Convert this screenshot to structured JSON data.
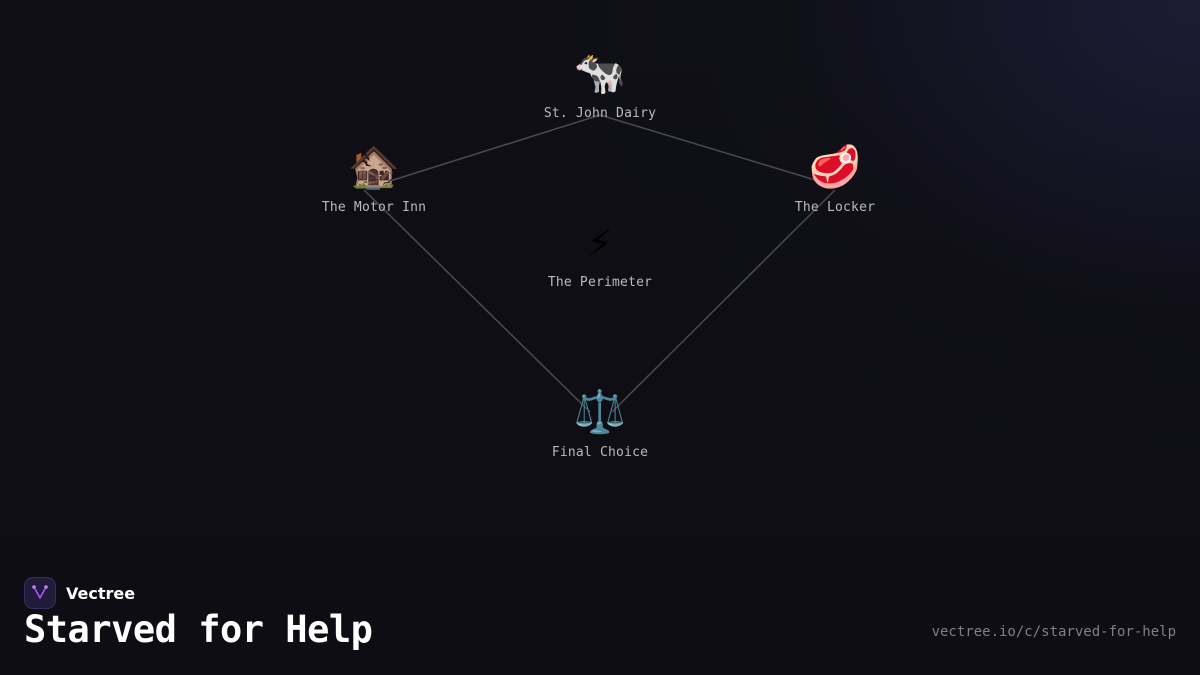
{
  "diagram": {
    "nodes": [
      {
        "id": "dairy",
        "emoji": "🐄",
        "label": "St. John Dairy"
      },
      {
        "id": "motor-inn",
        "emoji": "🏚️",
        "label": "The Motor Inn"
      },
      {
        "id": "locker",
        "emoji": "🥩",
        "label": "The Locker"
      },
      {
        "id": "perimeter",
        "emoji": "⚡",
        "label": "The Perimeter"
      },
      {
        "id": "final",
        "emoji": "⚖️",
        "label": "Final Choice"
      }
    ],
    "edges": [
      {
        "from": "dairy",
        "to": "motor-inn"
      },
      {
        "from": "dairy",
        "to": "locker"
      },
      {
        "from": "motor-inn",
        "to": "final"
      },
      {
        "from": "locker",
        "to": "final"
      }
    ],
    "edge_color": "#4a4a52"
  },
  "brand": {
    "name": "Vectree",
    "logo_icon": "vectree-logo-icon",
    "accent": "#a855f7"
  },
  "footer": {
    "title": "Starved for Help",
    "url": "vectree.io/c/starved-for-help"
  }
}
